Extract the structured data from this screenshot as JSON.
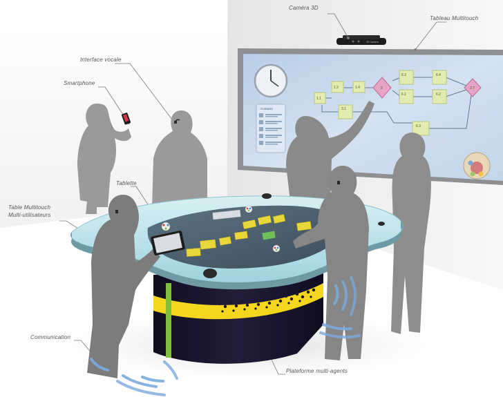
{
  "labels": {
    "camera": "Caméra 3D",
    "board": "Tableau Multitouch",
    "voice": "Interface vocale",
    "smartphone": "Smartphone",
    "tablet": "Tablette",
    "table_line1": "Table Multitouch",
    "table_line2": "Multi-utilisateurs",
    "communication": "Communication",
    "platform": "Plateforme multi-agents"
  },
  "screen": {
    "panel_title": "Contacts",
    "nodes": {
      "n1": "1.1",
      "n2": "1.2",
      "n3": "1.4",
      "n4": "2",
      "n5": "3.1",
      "n6": "6.3",
      "n7": "6.1",
      "n8": "6.4",
      "n9": "6.2",
      "n10": "6.3",
      "n11": "2.7"
    }
  },
  "device": {
    "brand": "3D Camera"
  },
  "colors": {
    "silhouette": "#8f8f8f",
    "silhouette_dark": "#7b7b7b",
    "screen_bg": "#c9d9ec",
    "diagram_node": "#e2ecb0",
    "decision_node": "#e7a3c8",
    "table_top": "#b9e2ea",
    "table_body": "#151228",
    "yellow_band": "#f4d71c",
    "wave": "#78a8dc"
  }
}
